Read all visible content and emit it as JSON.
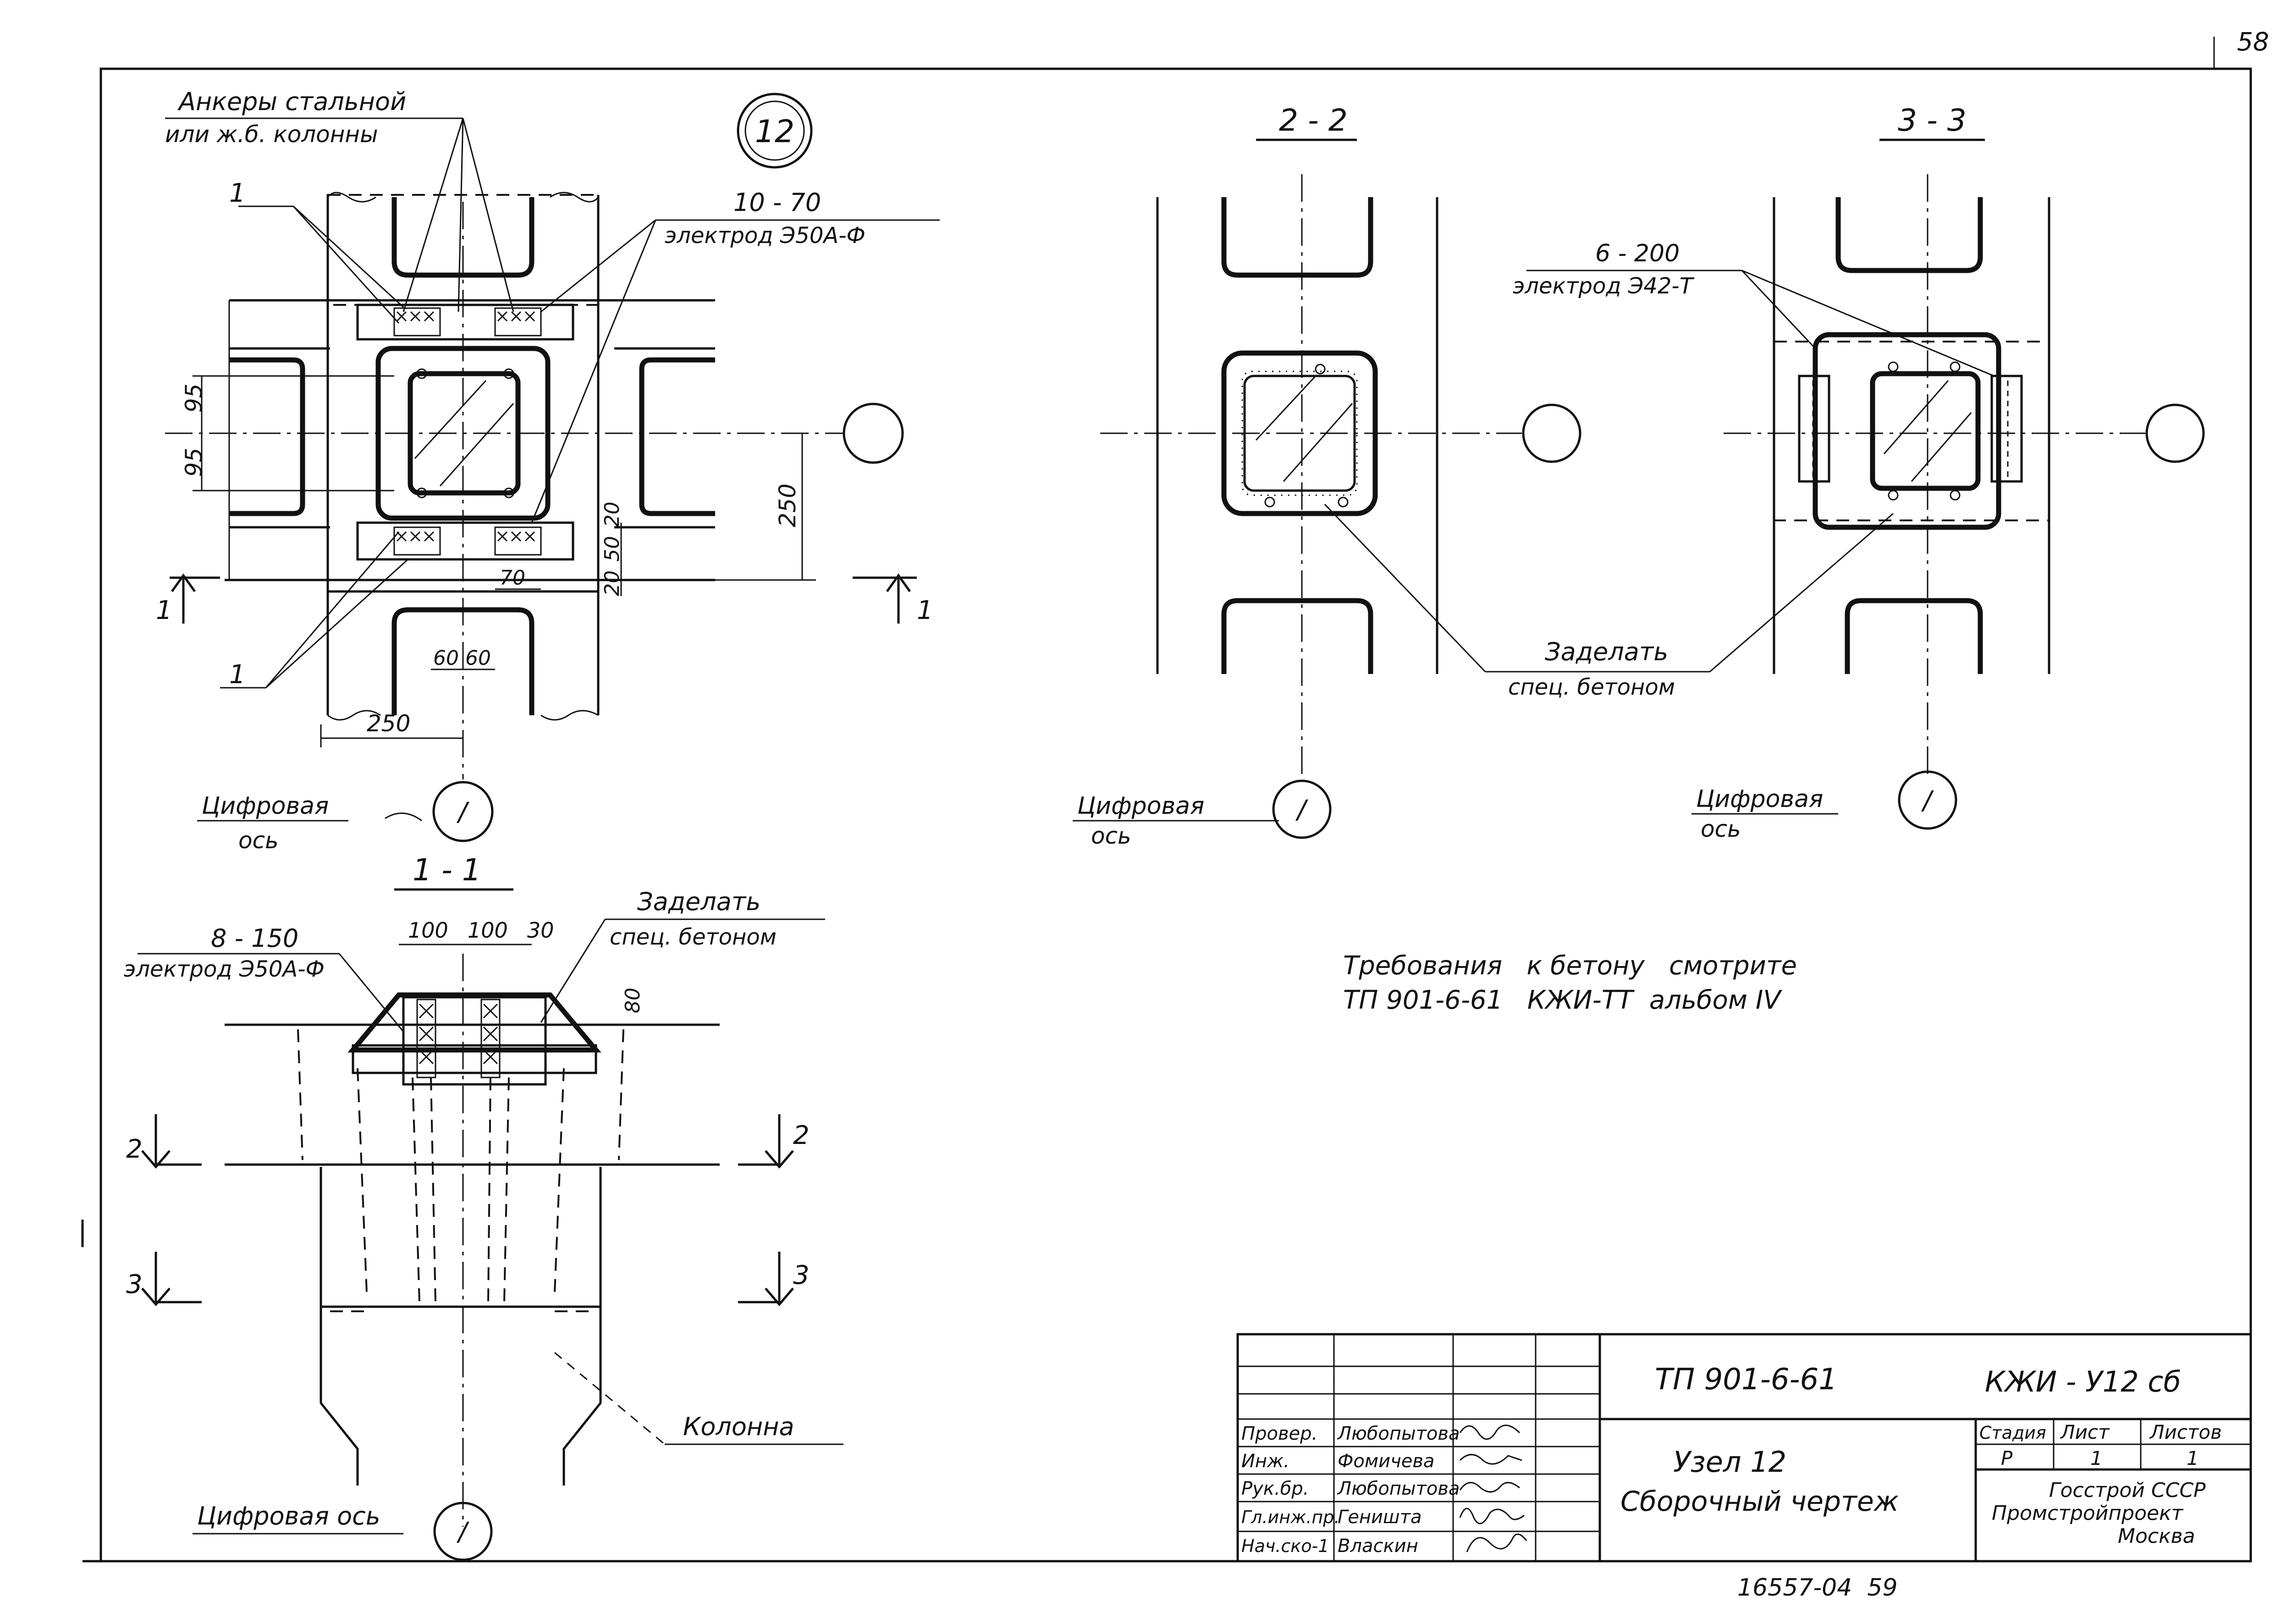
{
  "sheet_number": "58",
  "callout": {
    "node": "12"
  },
  "section_titles": {
    "s22": "2 - 2",
    "s33": "3 - 3",
    "s11": "1 - 1"
  },
  "plan": {
    "anchor_label_1": "Анкеры стальной",
    "anchor_label_2": "или ж.б. колонны",
    "weld_1": "10 - 70",
    "weld_electrode": "электрод Э50А-Ф",
    "pos_mark": "1",
    "dims": {
      "d95a": "95",
      "d95b": "95",
      "d250v": "250",
      "d20a": "20",
      "d50": "50",
      "d20b": "20",
      "d70": "70",
      "d60a": "60",
      "d60b": "60",
      "d250h": "250"
    },
    "section_cut": "1"
  },
  "sec22": {},
  "sec33": {
    "weld": "6 - 200",
    "electrode": "электрод Э42-Т"
  },
  "fill_note_1": "Заделать",
  "fill_note_2": "спец. бетоном",
  "axis": {
    "label_1": "Цифровая",
    "label_2": "ось",
    "label_full": "Цифровая ось",
    "mark": "/"
  },
  "sec11": {
    "weld": "8 - 150",
    "electrode": "электрод Э50А-Ф",
    "dims": {
      "d100a": "100",
      "d100b": "100",
      "d30": "30",
      "d80": "80"
    },
    "fill_1": "Заделать",
    "fill_2": "спец. бетоном",
    "cut2": "2",
    "cut3": "3",
    "column": "Колонна"
  },
  "requirements": {
    "line1": "Требования   к бетону   смотрите",
    "line2": "ТП 901-6-61   КЖИ-ТТ  альбом IV"
  },
  "title_block": {
    "project_code": "ТП 901-6-61",
    "doc_code": "КЖИ - У12 сб",
    "title_1": "Узел 12",
    "title_2": "Сборочный чертеж",
    "stage_hdr": "Стадия",
    "sheet_hdr": "Лист",
    "sheets_hdr": "Листов",
    "stage": "Р",
    "sheet": "1",
    "sheets": "1",
    "org_1": "Госстрой СССР",
    "org_2": "Промстройпроект",
    "org_3": "Москва",
    "roles": [
      {
        "role": "Провер.",
        "name": "Любопытова"
      },
      {
        "role": "Инж.",
        "name": "Фомичева"
      },
      {
        "role": "Рук.бр.",
        "name": "Любопытова"
      },
      {
        "role": "Гл.инж.пр.",
        "name": "Геништа"
      },
      {
        "role": "Нач.ско-1",
        "name": "Власкин"
      }
    ]
  },
  "archive_number": "16557-04  59"
}
